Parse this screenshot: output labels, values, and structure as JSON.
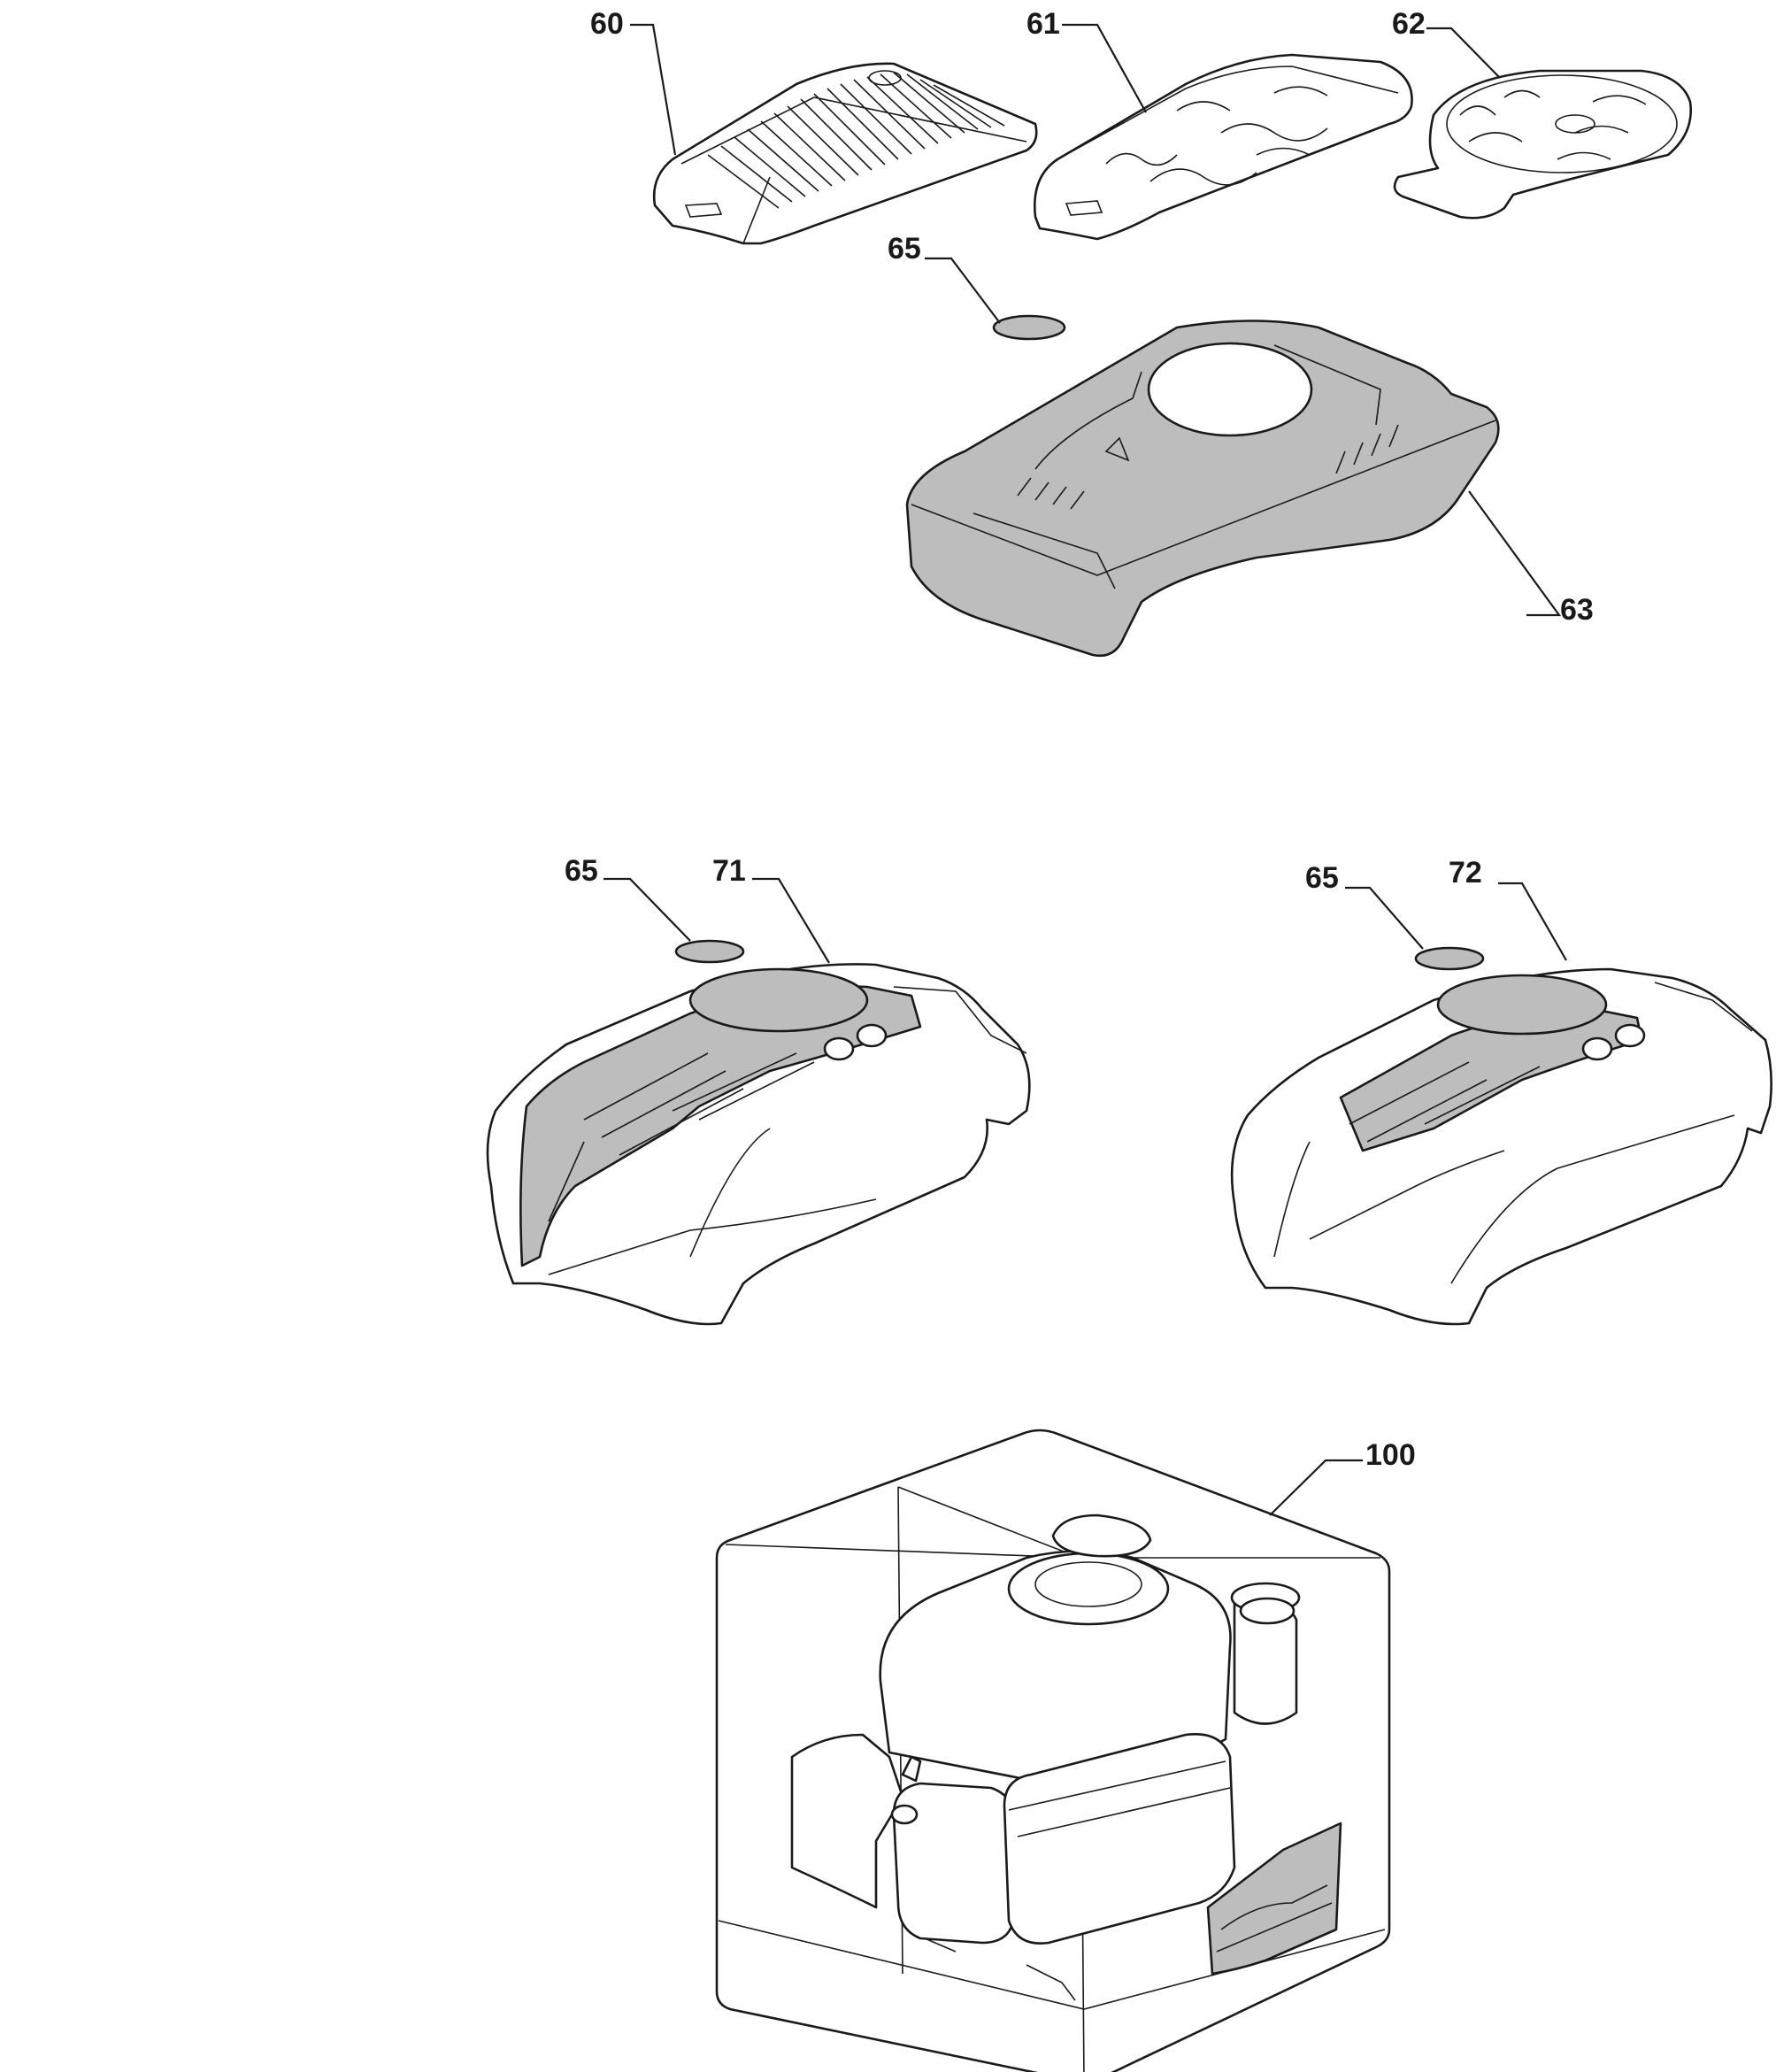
{
  "diagram": {
    "callouts": {
      "c60": "60",
      "c61": "61",
      "c62": "62",
      "c65a": "65",
      "c63": "63",
      "c65b": "65",
      "c71": "71",
      "c65c": "65",
      "c72": "72",
      "c100": "100"
    },
    "part_fill_color": "#bdbdbd",
    "line_color": "#1a1a1a"
  }
}
